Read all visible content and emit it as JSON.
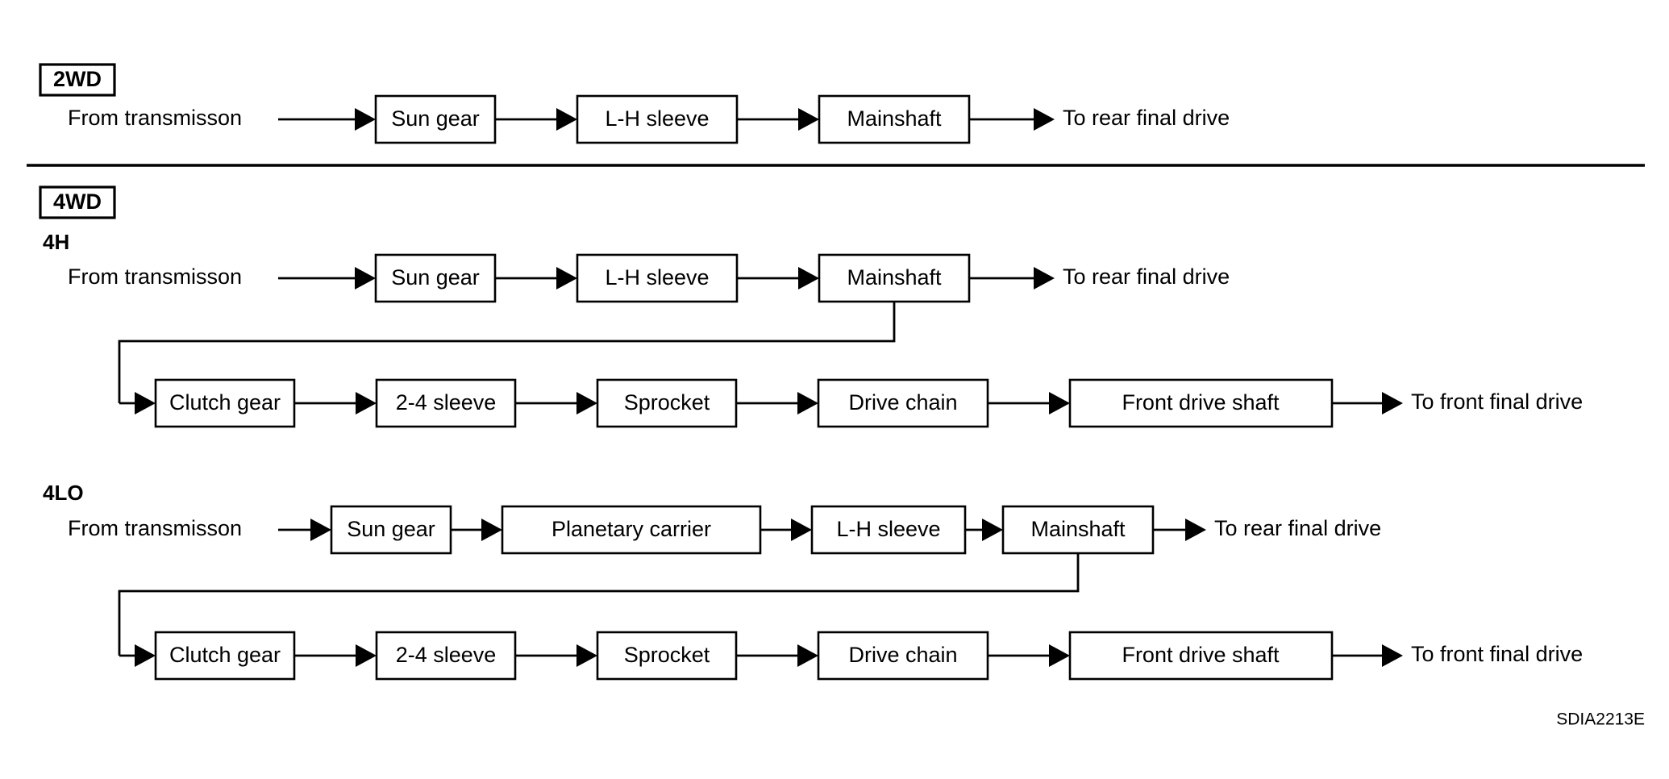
{
  "figure": {
    "code": "SDIA2213E",
    "background_color": "#ffffff",
    "line_color": "#000000"
  },
  "sections": [
    {
      "id": "2wd",
      "mode_label": "2WD",
      "rows": [
        {
          "id": "2wd-main",
          "range_label": "",
          "source_label": "From transmisson",
          "sink_label": "To rear final drive",
          "nodes": [
            {
              "label": "Sun gear"
            },
            {
              "label": "L-H sleeve"
            },
            {
              "label": "Mainshaft"
            }
          ]
        }
      ]
    },
    {
      "id": "4wd",
      "mode_label": "4WD",
      "rows": [
        {
          "id": "4h-main",
          "range_label": "4H",
          "source_label": "From transmisson",
          "sink_label": "To rear final drive",
          "nodes": [
            {
              "label": "Sun gear"
            },
            {
              "label": "L-H sleeve"
            },
            {
              "label": "Mainshaft"
            }
          ]
        },
        {
          "id": "4h-branch",
          "range_label": "",
          "source_label": "",
          "sink_label": "To front final drive",
          "nodes": [
            {
              "label": "Clutch gear"
            },
            {
              "label": "2-4 sleeve"
            },
            {
              "label": "Sprocket"
            },
            {
              "label": "Drive chain"
            },
            {
              "label": "Front drive shaft"
            }
          ]
        },
        {
          "id": "4lo-main",
          "range_label": "4LO",
          "source_label": "From transmisson",
          "sink_label": "To rear final drive",
          "nodes": [
            {
              "label": "Sun gear"
            },
            {
              "label": "Planetary carrier"
            },
            {
              "label": "L-H sleeve"
            },
            {
              "label": "Mainshaft"
            }
          ]
        },
        {
          "id": "4lo-branch",
          "range_label": "",
          "source_label": "",
          "sink_label": "To front final drive",
          "nodes": [
            {
              "label": "Clutch gear"
            },
            {
              "label": "2-4 sleeve"
            },
            {
              "label": "Sprocket"
            },
            {
              "label": "Drive chain"
            },
            {
              "label": "Front drive shaft"
            }
          ]
        }
      ]
    }
  ]
}
